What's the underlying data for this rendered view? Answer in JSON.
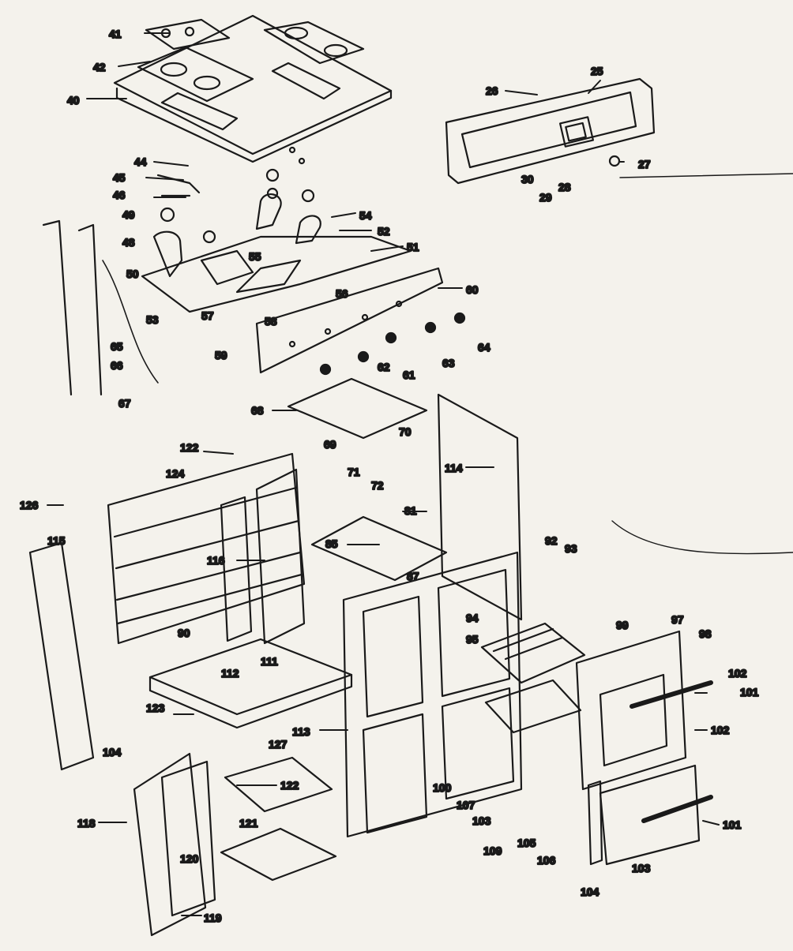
{
  "diagram": {
    "part_labels": [
      "41",
      "42",
      "40",
      "26",
      "25",
      "30",
      "29",
      "28",
      "27",
      "44",
      "45",
      "46",
      "49",
      "48",
      "50",
      "53",
      "54",
      "52",
      "51",
      "55",
      "56",
      "57",
      "58",
      "59",
      "60",
      "62",
      "61",
      "63",
      "64",
      "65",
      "66",
      "67",
      "68",
      "122",
      "124",
      "69",
      "70",
      "71",
      "114",
      "126",
      "115",
      "81",
      "72",
      "116",
      "85",
      "87",
      "92",
      "93",
      "94",
      "99",
      "97",
      "98",
      "102",
      "95",
      "90",
      "112",
      "111",
      "123",
      "113",
      "101",
      "127",
      "104",
      "118",
      "122",
      "100",
      "107",
      "103",
      "121",
      "120",
      "119",
      "109",
      "105",
      "100",
      "106",
      "102",
      "101",
      "104",
      "103"
    ]
  }
}
